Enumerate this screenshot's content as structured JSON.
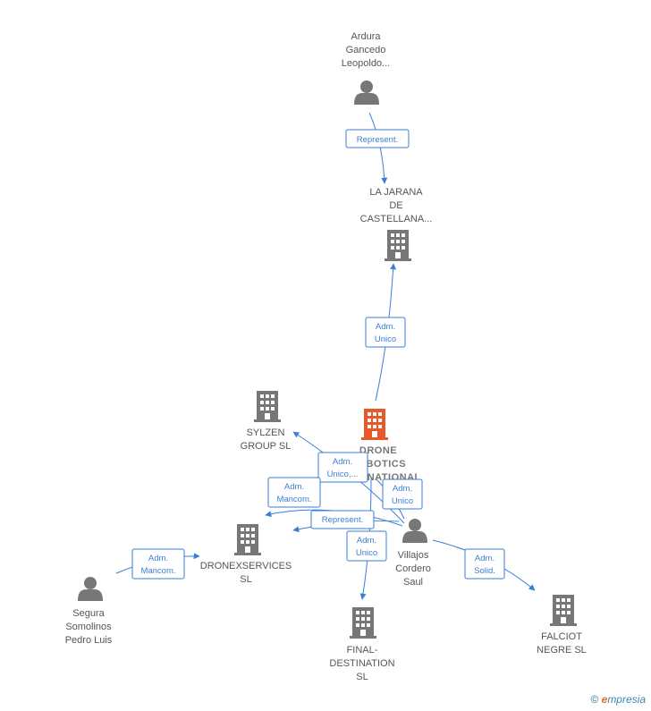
{
  "colors": {
    "edge": "#3a7fd5",
    "node_gray": "#777777",
    "node_main": "#e8592a"
  },
  "nodes": {
    "ardura": {
      "lines": [
        "Ardura",
        "Gancedo",
        "Leopoldo..."
      ],
      "icon": "person-icon"
    },
    "jarana": {
      "lines": [
        "LA JARANA",
        "DE",
        "CASTELLANA..."
      ],
      "icon": "building-icon"
    },
    "sylzen": {
      "lines": [
        "SYLZEN",
        "GROUP  SL"
      ],
      "icon": "building-icon"
    },
    "drone": {
      "lines": [
        "DRONE",
        "ROBOTICS",
        "INTERNATIONAL"
      ],
      "icon": "building-icon"
    },
    "dronex": {
      "lines": [
        "DRONEXSERVICES",
        "SL"
      ],
      "icon": "building-icon"
    },
    "villajos": {
      "lines": [
        "Villajos",
        "Cordero",
        "Saul"
      ],
      "icon": "person-icon"
    },
    "segura": {
      "lines": [
        "Segura",
        "Somolinos",
        "Pedro Luis"
      ],
      "icon": "person-icon"
    },
    "final": {
      "lines": [
        "FINAL-",
        "DESTINATION",
        "SL"
      ],
      "icon": "building-icon"
    },
    "falciot": {
      "lines": [
        "FALCIOT",
        "NEGRE  SL"
      ],
      "icon": "building-icon"
    }
  },
  "edges": {
    "ardura_jarana": [
      "Represent."
    ],
    "drone_jarana": [
      "Adm.",
      "Unico"
    ],
    "villajos_sylzen": [
      "Adm.",
      "Unico,..."
    ],
    "villajos_drone": [
      "Adm.",
      "Unico"
    ],
    "villajos_dronex_mancom": [
      "Adm.",
      "Mancom."
    ],
    "villajos_dronex_represent": [
      "Represent."
    ],
    "villajos_final": [
      "Adm.",
      "Unico"
    ],
    "villajos_falciot": [
      "Adm.",
      "Solid."
    ],
    "segura_dronex": [
      "Adm.",
      "Mancom."
    ]
  },
  "footer": {
    "copyright_symbol": "©",
    "brand_first": "e",
    "brand_rest": "mpresia"
  }
}
